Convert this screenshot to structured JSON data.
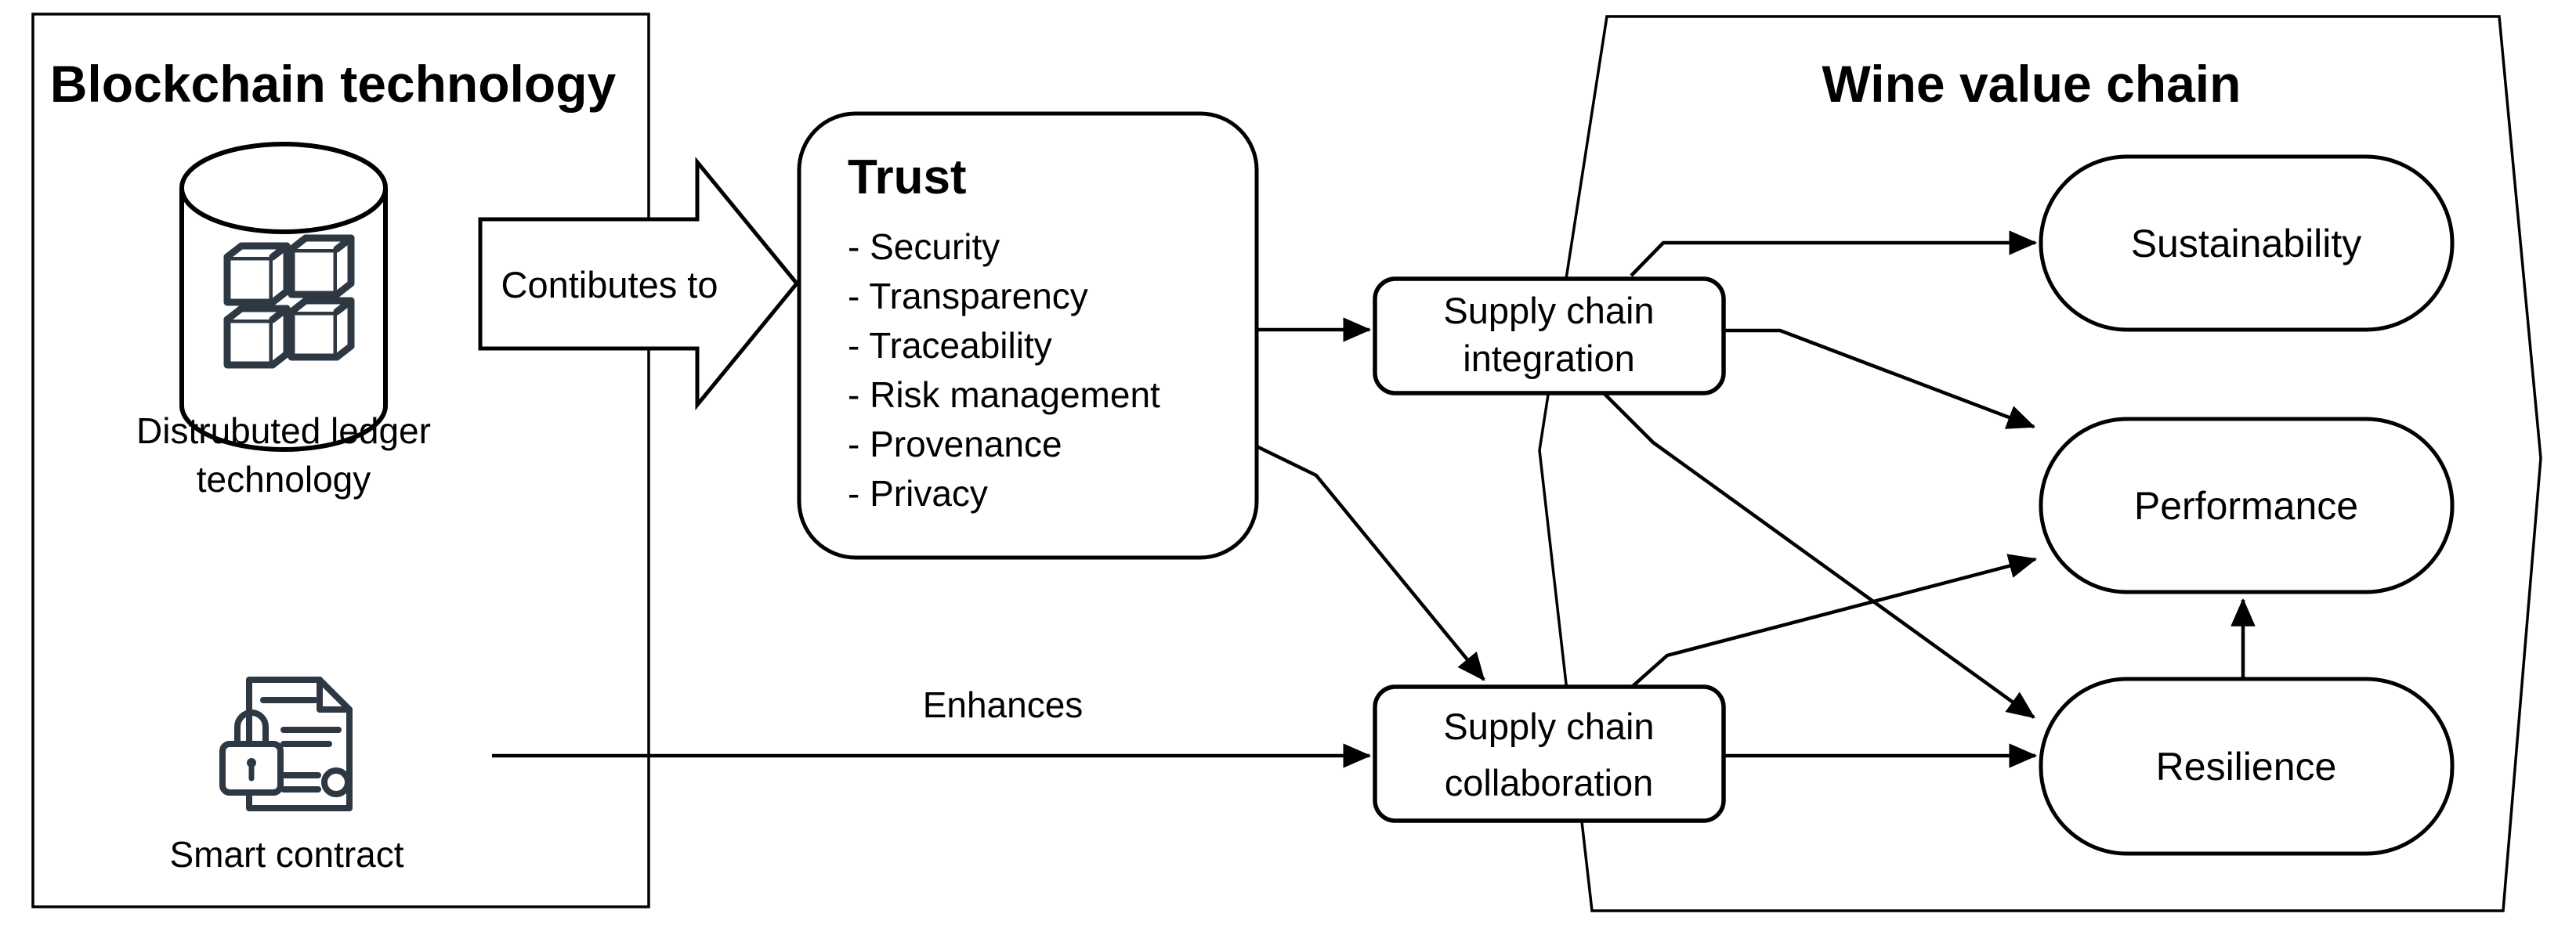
{
  "left_panel": {
    "title": "Blockchain technology",
    "dlt_label_line1": "Distrubuted ledger",
    "dlt_label_line2": "technology",
    "smart_contract_label": "Smart contract"
  },
  "arrows": {
    "contributes_label": "Contibutes to",
    "enhances_label": "Enhances"
  },
  "trust_box": {
    "title": "Trust",
    "items": [
      "- Security",
      "- Transparency",
      "- Traceability",
      "- Risk management",
      "- Provenance",
      "- Privacy"
    ]
  },
  "mid_boxes": {
    "integration_line1": "Supply chain",
    "integration_line2": "integration",
    "collaboration_line1": "Supply chain",
    "collaboration_line2": "collaboration"
  },
  "right_panel": {
    "title": "Wine value chain",
    "nodes": [
      "Sustainability",
      "Performance",
      "Resilience"
    ]
  },
  "colors": {
    "stroke": "#000000",
    "icon": "#2d3843",
    "background": "#ffffff"
  }
}
